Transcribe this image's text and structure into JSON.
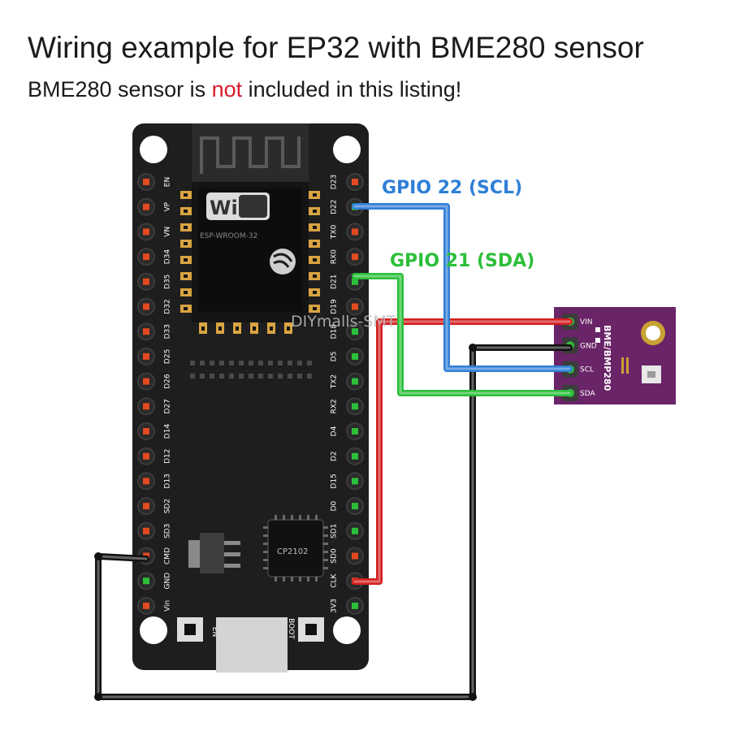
{
  "header": {
    "title": "Wiring example for EP32 with BME280 sensor",
    "subtitle_before": "BME280 sensor is ",
    "subtitle_emphasis": "not",
    "subtitle_after": " included in this listing!"
  },
  "board": {
    "wifi_logo": "WiFi",
    "module_label": "ESP-WROOM-32",
    "chip_label": "CP2102",
    "en_button_label": "EN",
    "boot_button_label": "BOOT",
    "left_pins": [
      "EN",
      "VP",
      "VN",
      "D34",
      "D35",
      "D32",
      "D33",
      "D25",
      "D26",
      "D27",
      "D14",
      "D12",
      "D13",
      "SD2",
      "SD3",
      "CMD",
      "GND",
      "Vin"
    ],
    "right_pins": [
      "D23",
      "D22",
      "TX0",
      "RX0",
      "D21",
      "D19",
      "D18",
      "D5",
      "TX2",
      "RX2",
      "D4",
      "D2",
      "D15",
      "D0",
      "SD1",
      "SD0",
      "CLK",
      "3V3"
    ]
  },
  "sensor": {
    "title": "BME/BMP280",
    "pins": [
      "VIN",
      "GND",
      "SCL",
      "SDA"
    ]
  },
  "labels": {
    "scl": "GPIO 22  (SCL)",
    "sda": "GPIO  21 (SDA)"
  },
  "watermark": "DIYmalls-SMT",
  "colors": {
    "scl_wire": "#2f7fd6",
    "sda_wire": "#2cbf3a",
    "power_wire": "#d41f1f",
    "ground_wire": "#111111",
    "board": "#1e1e1e",
    "sensor_board": "#6a2468",
    "emphasis": "#d81b2b"
  }
}
